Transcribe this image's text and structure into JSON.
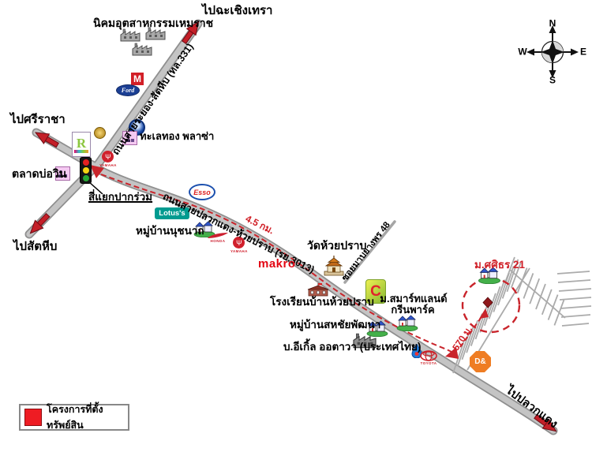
{
  "compass": {
    "n": "N",
    "e": "E",
    "s": "S",
    "w": "W"
  },
  "destinations": {
    "chachoengsao": "ไปฉะเชิงเทรา",
    "sriracha": "ไปศรีราชา",
    "sattahip": "ไปสัตหีบ",
    "pluakdaeng": "ไปปลวกแดง"
  },
  "roads": {
    "rayong_sattahip": "ถนนสายระยอง-สัตหีบ (ทล.331)",
    "pluakdaeng_huayprap": "ถนนสายปลวกแดง-ห้วยปราบ (รย.3013)",
    "soi_mabyangporn": "ซอยมาบยางพร 48"
  },
  "route": {
    "main_distance": "4.5 กม.",
    "branch_distance": "570 ม."
  },
  "places": {
    "hemaraj": "นิคมอุตสาหกรรมเหมราช",
    "thale_thong": "ทะเลทอง พลาซ่า",
    "bowin_market": "ตลาดบ่อวิน",
    "pakruam_intersection": "สี่แยกปากร่วม",
    "nuchanat_village": "หมู่บ้านนุชนาถ",
    "wat_huayprap": "วัดห้วยปราบ",
    "huayprap_school": "โรงเรียนบ้านห้วยปราบ",
    "smartland_line1": "ม.สมาร์ทแลนด์",
    "smartland_line2": "กรีนพาร์ค",
    "sahachai_village": "หมู่บ้านสหชัยพัฒนา",
    "eagle_ottawa": "บ.อีเกิ้ล ออตาวา (ประเทศไทย)",
    "sasithorn_village": "ม.ศศิธร 21"
  },
  "brands": {
    "m_mart": "M",
    "ford": "Ford",
    "esso": "Esso",
    "lotus": "Lotus's",
    "makro": "makro",
    "honda": "HONDA",
    "yamaha": "YAMAHA",
    "big_c": "C",
    "toyota": "TOYOTA",
    "dohome": "D&",
    "robinson": "R",
    "yamaha_symbol": "Ψ"
  },
  "legend": {
    "project_label": "โครงการที่ตั้งทรัพย์สิน"
  },
  "colors": {
    "road_gray": "#bfbfbf",
    "route_red": "#c9242b",
    "project_red": "#d01f27",
    "makro_red": "#e30613"
  }
}
